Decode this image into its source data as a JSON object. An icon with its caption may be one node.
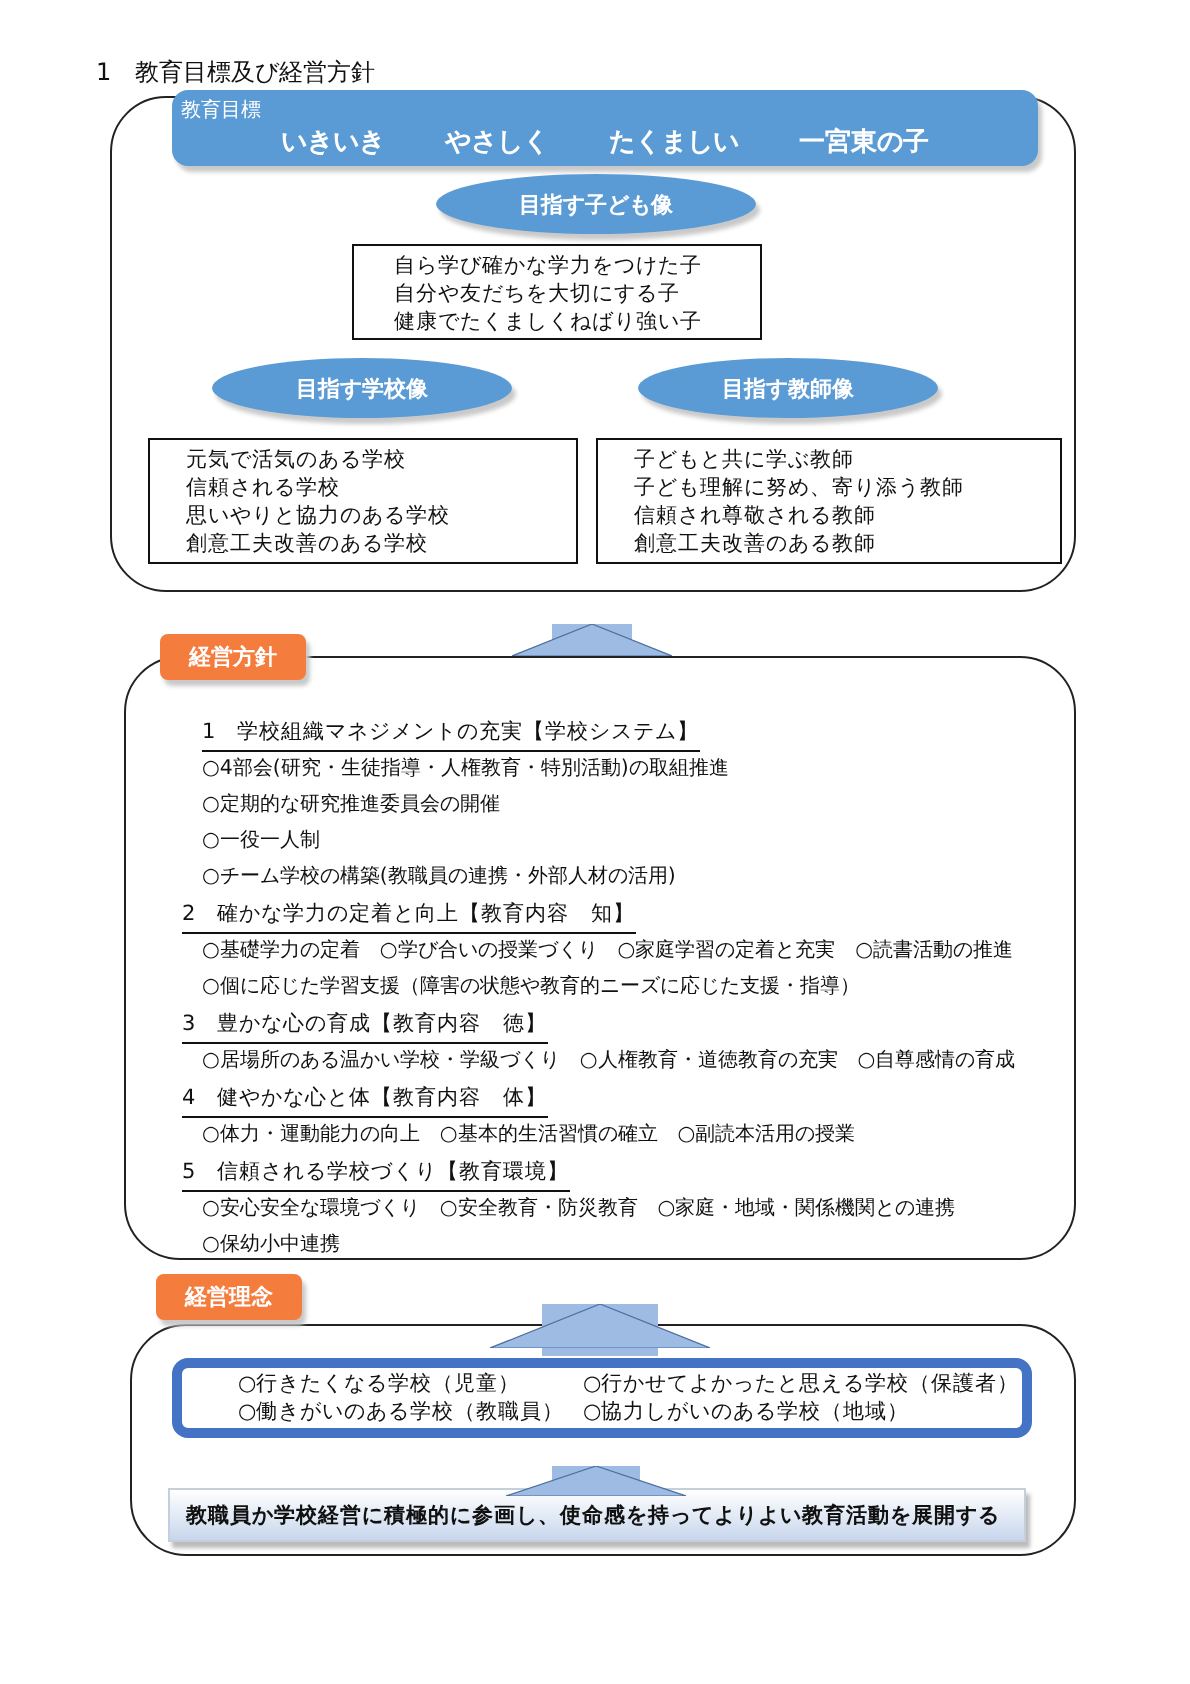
{
  "diagram": {
    "nodes": [
      {
        "text": [],
        "shape": "box"
      },
      {
        "text": [
          "教育目標",
          "いきいき",
          "やさしく",
          "たくましい",
          "一宮東の子"
        ],
        "in": 0
      },
      {
        "text": [
          "目指す子ども像"
        ],
        "in": 0
      },
      {
        "text": [
          "自ら学び確かな学力をつけた子",
          "自分や友だちを大切にする子",
          "健康でたくましくねばり強い子"
        ],
        "in": 0
      },
      {
        "text": [
          "目指す学校像"
        ],
        "in": 0
      },
      {
        "text": [
          "元気で活気のある学校",
          "信頼される学校",
          "思いやりと協力のある学校",
          "創意工夫改善のある学校"
        ],
        "in": 0
      },
      {
        "text": [
          "目指す教師像"
        ],
        "in": 0
      },
      {
        "text": [
          "子どもと共に学ぶ教師",
          "子ども理解に努め、寄り添う教師",
          "信頼され尊敬される教師",
          "創意工夫改善のある教師"
        ],
        "in": 0
      },
      {
        "text": [
          "経営方針"
        ]
      },
      {
        "text": [
          "1　学校組織マネジメントの充実【学校システム】",
          "○4部会(研究・生徒指導・人権教育・特別活動)の取組推進",
          "○定期的な研究推進委員会の開催",
          "○一役一人制",
          "○チーム学校の構築(教職員の連携・外部人材の活用)",
          "2　確かな学力の定着と向上【教育内容　知】",
          "○基礎学力の定着　○学び合いの授業づくり　○家庭学習の定着と充実　○読書活動の推進",
          "○個に応じた学習支援（障害の状態や教育的ニーズに応じた支援・指導）",
          "3　豊かな心の育成【教育内容　徳】",
          "○居場所のある温かい学校・学級づくり　○人権教育・道徳教育の充実　○自尊感情の育成",
          "4　健やかな心と体【教育内容　体】",
          "○体力・運動能力の向上　○基本的生活習慣の確立　○副読本活用の授業",
          "5　信頼される学校づくり【教育環境】",
          "○安心安全な環境づくり　○安全教育・防災教育　○家庭・地域・関係機関との連携",
          "○保幼小中連携"
        ]
      },
      {
        "text": [
          "経営理念"
        ]
      },
      {
        "text": [],
        "shape": "box"
      },
      {
        "text": [
          "○行きたくなる学校（児童）",
          "○行かせてよかったと思える学校（保護者）",
          "○働きがいのある学校（教職員）",
          "○協力しがいのある学校（地域）"
        ],
        "in": 11
      },
      {
        "text": [
          "教職員か学校経営に積極的に参画し、使命感を持ってよりよい教育活動を展開する"
        ],
        "in": 11
      }
    ],
    "edges": [
      {
        "from": 9,
        "to": 0,
        "arrow": "to"
      },
      {
        "from": 12,
        "to": 9,
        "arrow": "to"
      },
      {
        "from": 13,
        "to": 12,
        "arrow": "to"
      }
    ],
    "labels": [
      "1　教育目標及び経営方針"
    ]
  }
}
